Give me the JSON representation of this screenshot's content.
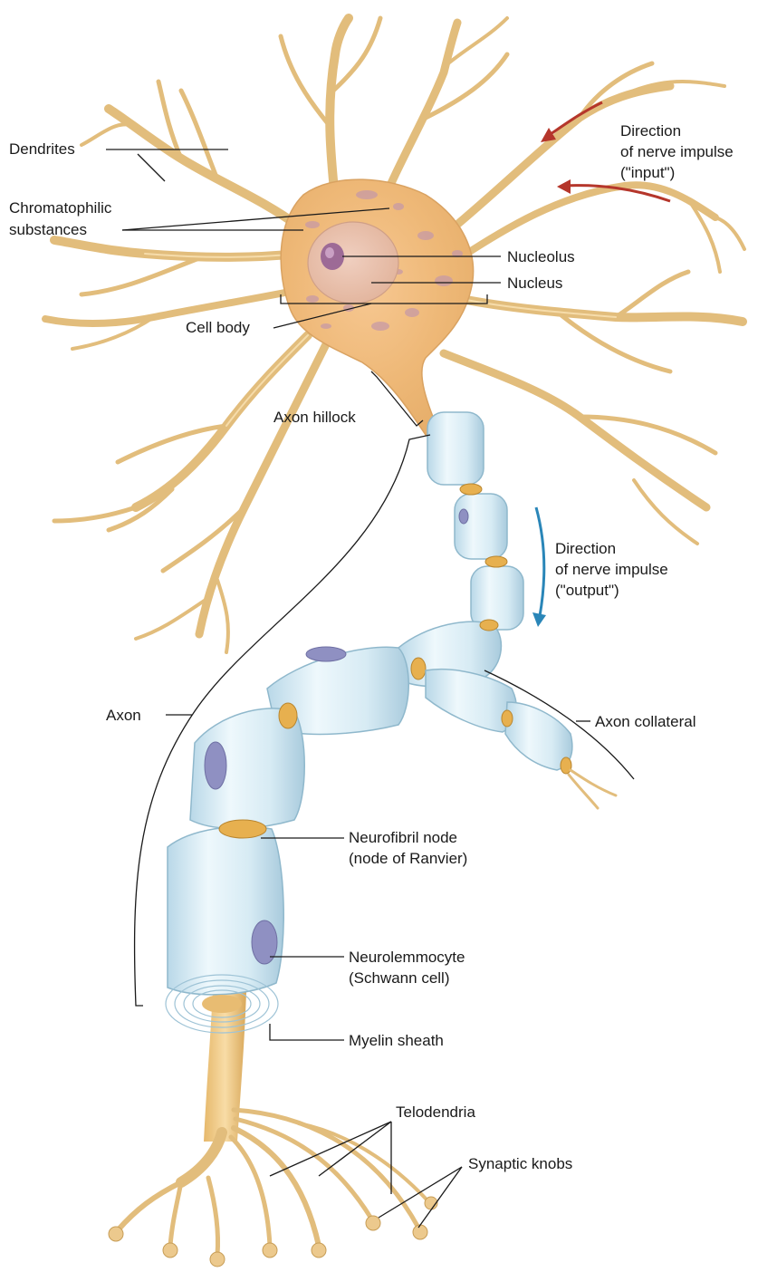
{
  "labels": {
    "dendrites": "Dendrites",
    "chromatophilic_1": "Chromatophilic",
    "chromatophilic_2": "substances",
    "direction_input_1": "Direction",
    "direction_input_2": "of nerve impulse",
    "direction_input_3": "(\"input\")",
    "nucleolus": "Nucleolus",
    "nucleus": "Nucleus",
    "cell_body": "Cell body",
    "axon_hillock": "Axon hillock",
    "direction_output_1": "Direction",
    "direction_output_2": "of nerve impulse",
    "direction_output_3": "(\"output\")",
    "axon": "Axon",
    "axon_collateral": "Axon collateral",
    "neurofibril_node_1": "Neurofibril node",
    "neurofibril_node_2": "(node of Ranvier)",
    "neurolemmocyte_1": "Neurolemmocyte",
    "neurolemmocyte_2": "(Schwann cell)",
    "myelin_sheath": "Myelin sheath",
    "telodendria": "Telodendria",
    "synaptic_knobs": "Synaptic knobs"
  },
  "colors": {
    "dendrite": "#e2bd7c",
    "cell_body": "#efc889",
    "myelin": "#cfe6f2",
    "node": "#e7b04f",
    "input_arrow": "#b5362b",
    "output_arrow": "#2a86b8"
  }
}
